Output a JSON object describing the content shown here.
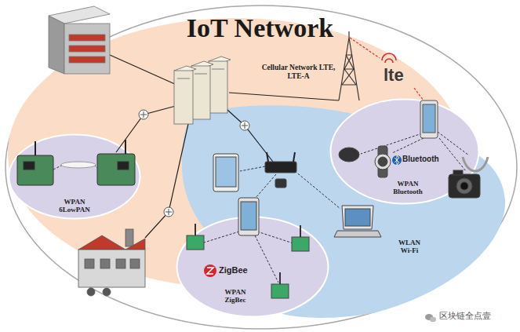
{
  "diagram": {
    "title": "IoT Network",
    "nodes": [
      {
        "text": [
          "WPAN 6LowPAN"
        ]
      },
      {
        "text": [
          "WPAN Bluetooth"
        ]
      },
      {
        "text": [
          "WLAN Wi-Fi"
        ]
      },
      {
        "text": [
          "WPAN ZigBec"
        ]
      }
    ],
    "labels": [
      "Cellular Network LTE, LTE-A",
      "lte",
      "Bluetooth",
      "ZigBee",
      "区块链全点壹"
    ]
  }
}
